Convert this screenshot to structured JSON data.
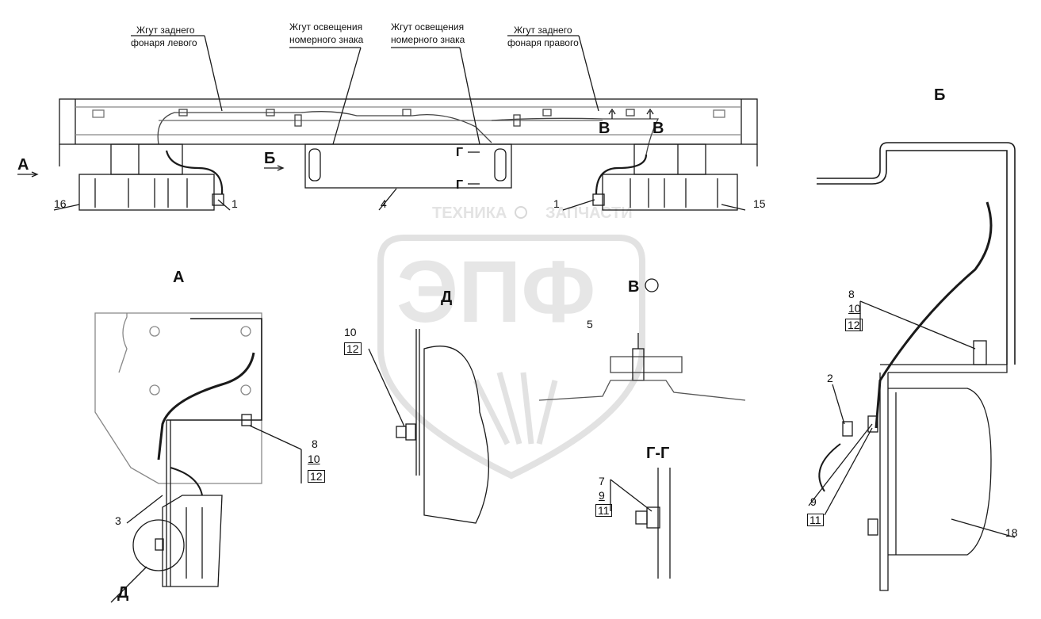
{
  "colors": {
    "line": "#1a1a1a",
    "gray": "#8a8a8a",
    "watermark": "#dedede",
    "background": "#ffffff"
  },
  "harness_labels": {
    "rear_left": [
      "Жгут заднего",
      "фонаря левого"
    ],
    "plate_light_1": [
      "Жгут освещения",
      "номерного знака"
    ],
    "plate_light_2": [
      "Жгут освещения",
      "номерного знака"
    ],
    "rear_right": [
      "Жгут заднего",
      "фонаря правого"
    ]
  },
  "view_markers": {
    "A_arrow": "А",
    "B_arrow": "Б",
    "V_left": "В",
    "V_right": "В",
    "G_top": "Г",
    "G_bottom": "Г"
  },
  "view_titles": {
    "A": "А",
    "B": "Б",
    "V": "В",
    "D_view": "Д",
    "D_callout": "Д",
    "GG": "Г-Г"
  },
  "callouts": {
    "main_16": "16",
    "main_1_left": "1",
    "main_4": "4",
    "main_1_right": "1",
    "main_15": "15",
    "a_8": "8",
    "a_10": "10",
    "a_12": "12",
    "a_3": "3",
    "d_10": "10",
    "d_12": "12",
    "v_5": "5",
    "gg_7": "7",
    "gg_9": "9",
    "gg_11": "11",
    "b_8": "8",
    "b_10": "10",
    "b_12": "12",
    "b_2": "2",
    "b_9": "9",
    "b_11": "11",
    "b_18": "18"
  },
  "watermark": {
    "left": "ТЕХНИКА",
    "right": "ЗАПЧАСТИ",
    "logo": "ЭПФ"
  }
}
